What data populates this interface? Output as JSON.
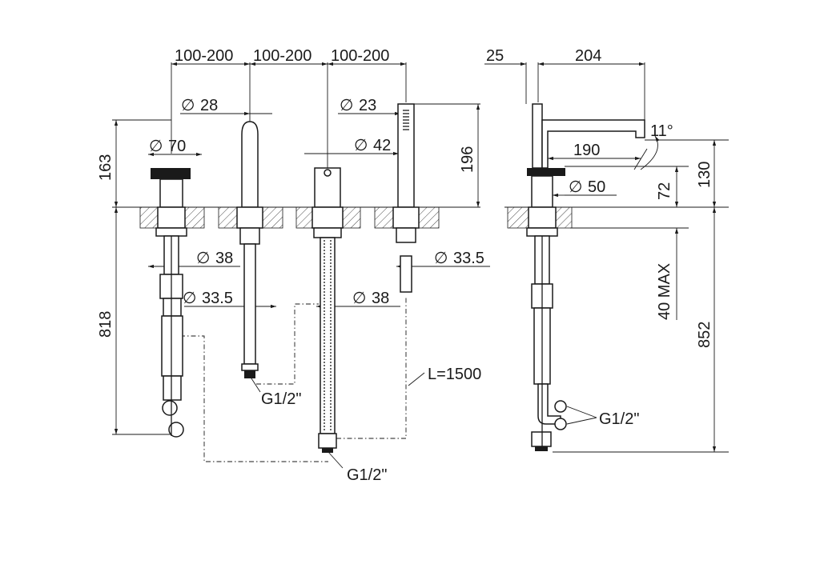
{
  "dimensions": {
    "spacing_1": "100-200",
    "spacing_2": "100-200",
    "spacing_3": "100-200",
    "side_offset": "25",
    "spout_length": "204",
    "dia_spout": "28",
    "dia_hand_shower": "23",
    "dia_handle": "70",
    "dia_diverter": "42",
    "dia_side_body": "50",
    "dia_lower_1": "38",
    "dia_lower_2": "33.5",
    "dia_lower_3": "38",
    "dia_lower_4": "33.5",
    "height_handle": "163",
    "height_shower": "196",
    "height_total_left": "818",
    "height_spout": "130",
    "height_body": "72",
    "deck_max": "40 MAX",
    "height_total_right": "852",
    "spout_reach": "190",
    "spout_angle": "11°",
    "hose_length": "L=1500"
  },
  "connections": {
    "conn_1": "G1/2\"",
    "conn_2": "G1/2\"",
    "conn_3": "G1/2\""
  },
  "symbols": {
    "diameter": "∅"
  }
}
